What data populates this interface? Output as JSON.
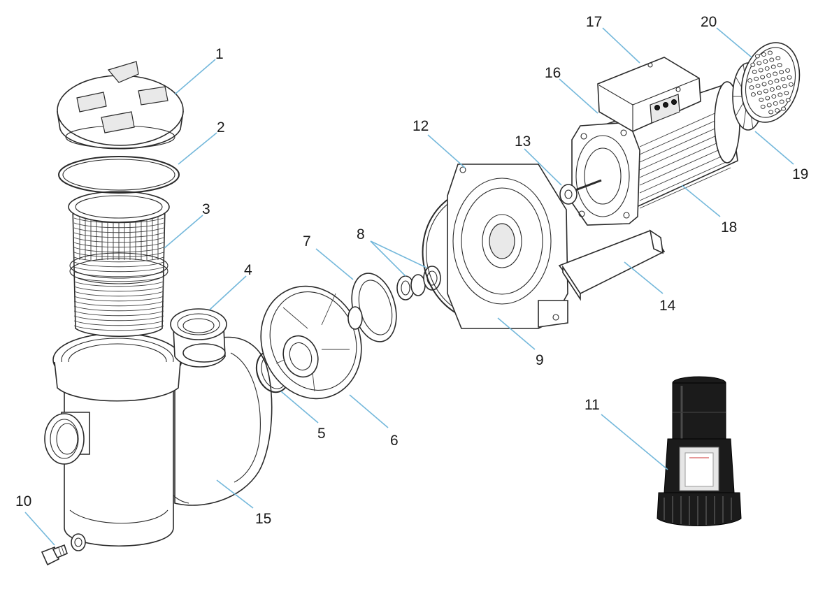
{
  "callouts": [
    {
      "id": "1",
      "label": "1"
    },
    {
      "id": "2",
      "label": "2"
    },
    {
      "id": "3",
      "label": "3"
    },
    {
      "id": "4",
      "label": "4"
    },
    {
      "id": "5",
      "label": "5"
    },
    {
      "id": "6",
      "label": "6"
    },
    {
      "id": "7",
      "label": "7"
    },
    {
      "id": "8",
      "label": "8"
    },
    {
      "id": "9",
      "label": "9"
    },
    {
      "id": "10",
      "label": "10"
    },
    {
      "id": "11",
      "label": "11"
    },
    {
      "id": "12",
      "label": "12"
    },
    {
      "id": "13",
      "label": "13"
    },
    {
      "id": "14",
      "label": "14"
    },
    {
      "id": "15",
      "label": "15"
    },
    {
      "id": "16",
      "label": "16"
    },
    {
      "id": "17",
      "label": "17"
    },
    {
      "id": "18",
      "label": "18"
    },
    {
      "id": "19",
      "label": "19"
    },
    {
      "id": "20",
      "label": "20"
    }
  ],
  "colors": {
    "leader_line": "#74b8db",
    "outline": "#2a2a2a",
    "background": "#ffffff"
  }
}
